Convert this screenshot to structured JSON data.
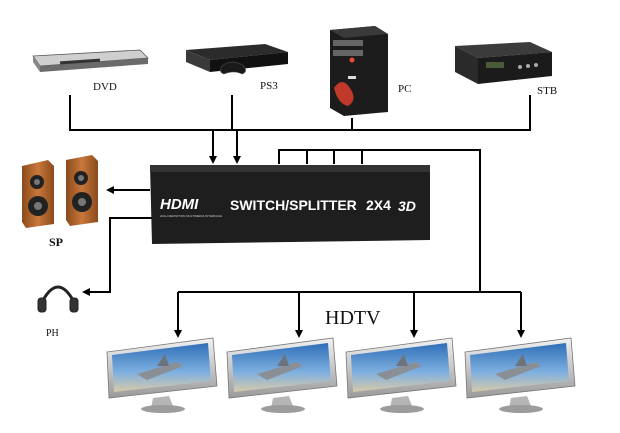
{
  "sources": [
    {
      "id": "dvd",
      "label": "DVD"
    },
    {
      "id": "ps3",
      "label": "PS3"
    },
    {
      "id": "pc",
      "label": "PC"
    },
    {
      "id": "stb",
      "label": "STB"
    }
  ],
  "device": {
    "brand": "HDMI",
    "subtitle": "HIGH DEFINITION MULTIMEDIA INTERFACE",
    "title": "SWITCH/SPLITTER",
    "model": "2X4",
    "badge": "3D"
  },
  "audio_outputs": [
    {
      "id": "sp",
      "label": "SP"
    },
    {
      "id": "ph",
      "label": "PH"
    }
  ],
  "display_group": {
    "label": "HDTV"
  },
  "displays": [
    {
      "id": "tv1"
    },
    {
      "id": "tv2"
    },
    {
      "id": "tv3"
    },
    {
      "id": "tv4"
    }
  ],
  "colors": {
    "line": "#000000",
    "device_body": "#1e1e1e",
    "text_on_device": "#ffffff",
    "screen_sky": "#4f86c6",
    "speaker_wood": "#b4652b"
  }
}
